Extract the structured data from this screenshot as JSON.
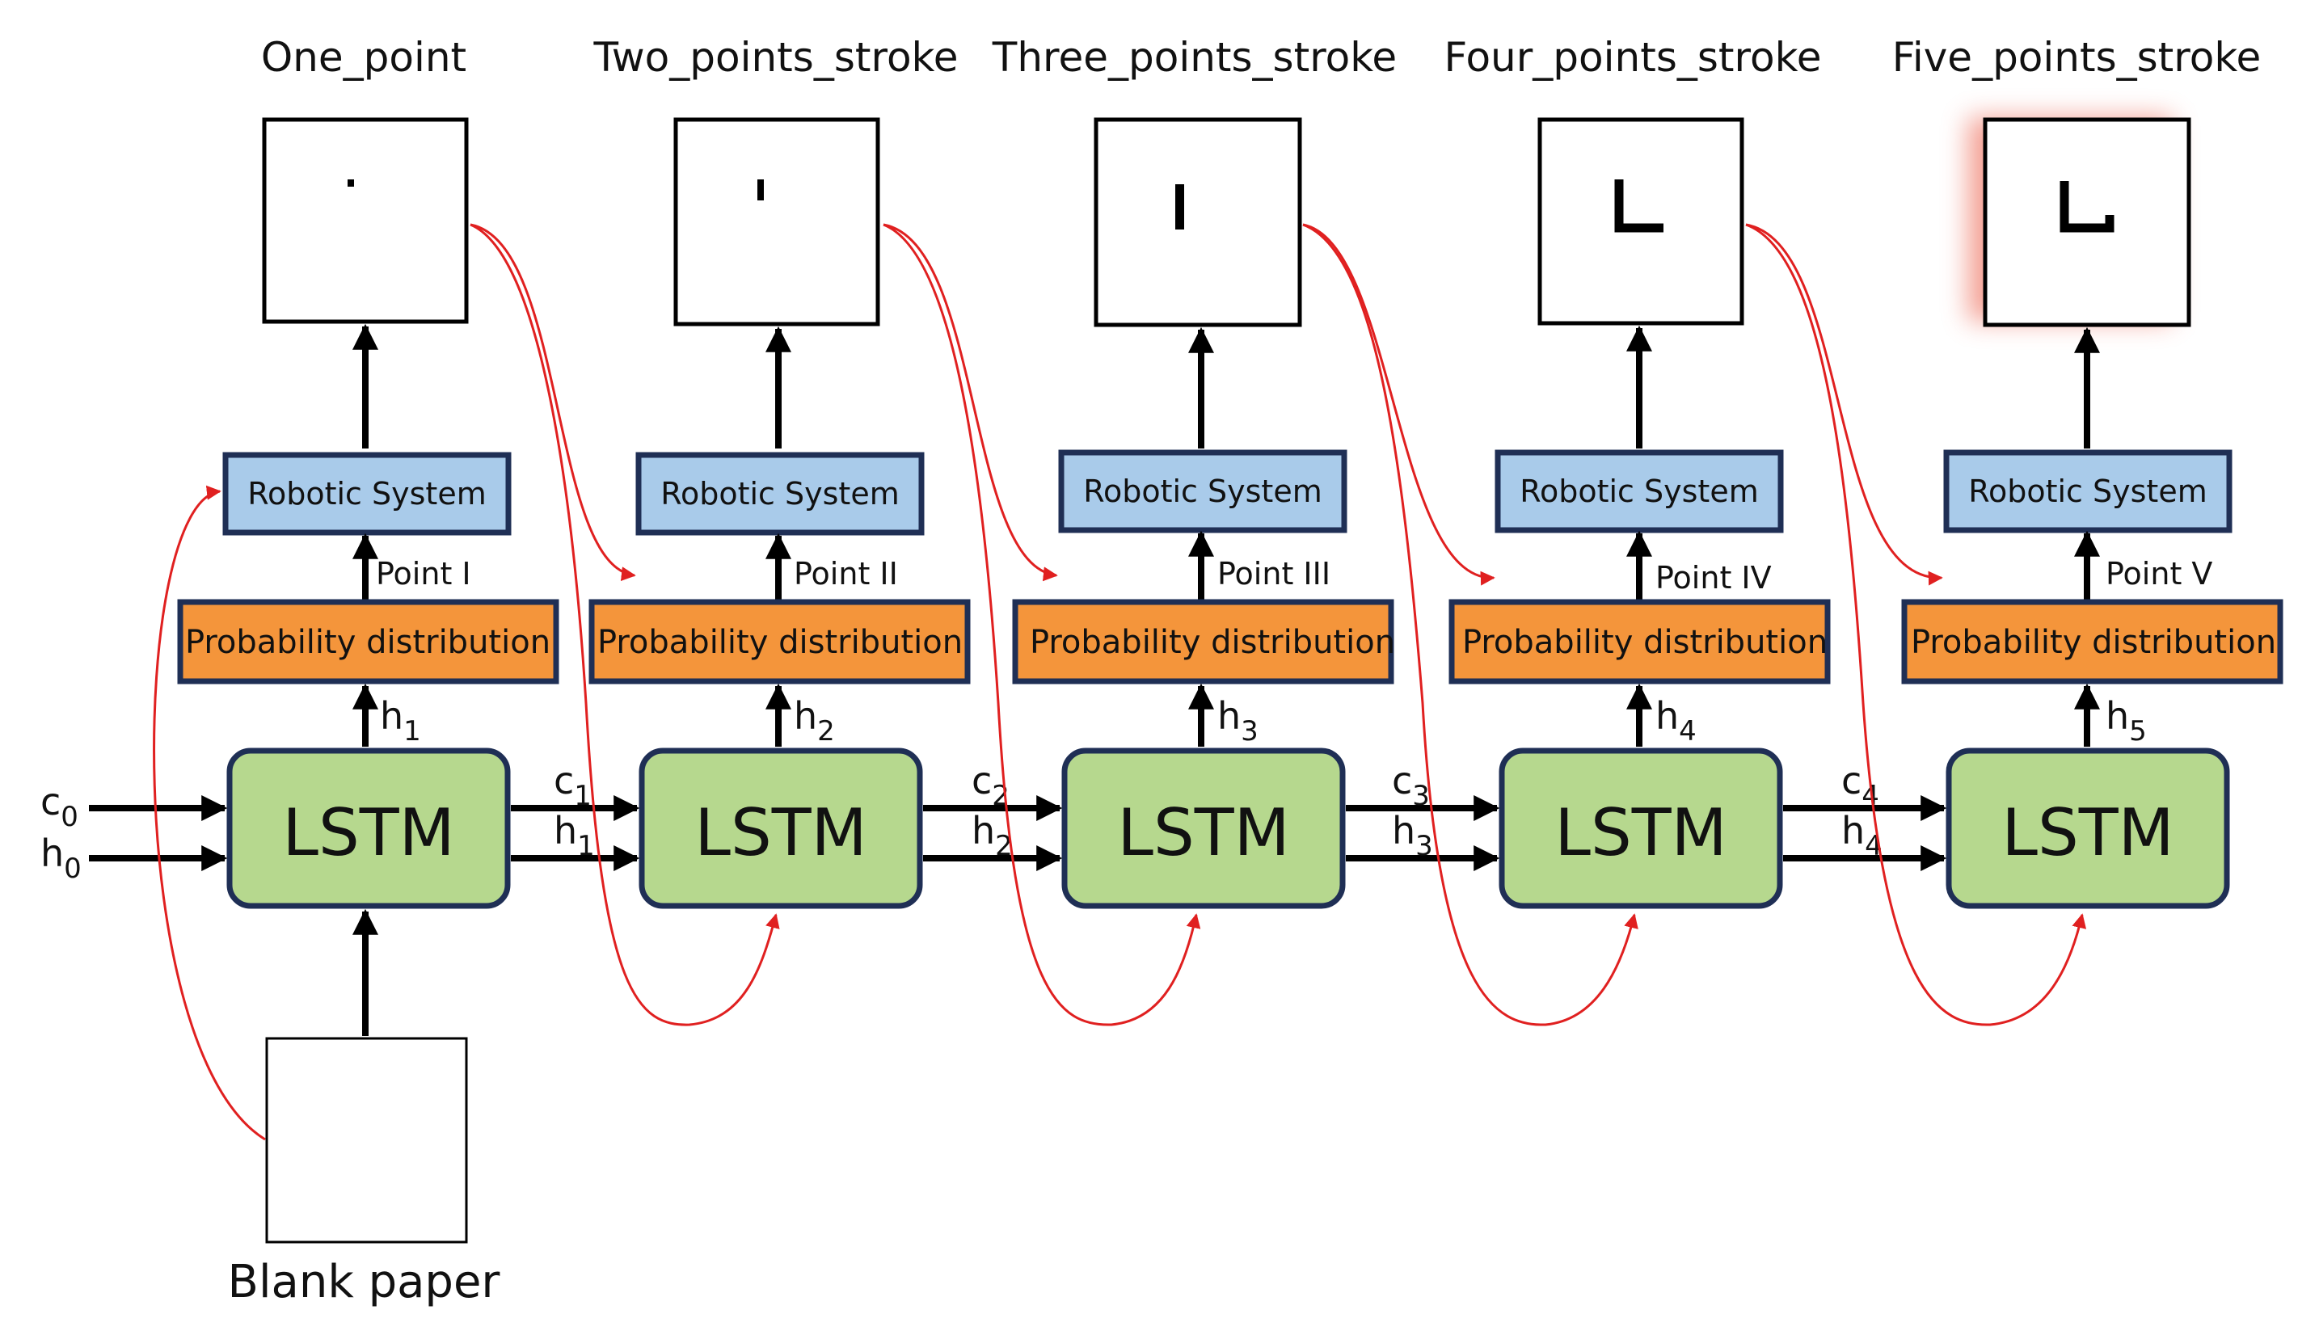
{
  "stages": [
    {
      "title": "One_point",
      "robotic_label": "Robotic System",
      "prob_label": "Probability distribution",
      "point_label": "Point I",
      "lstm_label": "LSTM",
      "h_name": "h",
      "h_sub": "1"
    },
    {
      "title": "Two_points_stroke",
      "robotic_label": "Robotic System",
      "prob_label": "Probability distribution",
      "point_label": "Point II",
      "lstm_label": "LSTM",
      "h_name": "h",
      "h_sub": "2"
    },
    {
      "title": "Three_points_stroke",
      "robotic_label": "Robotic System",
      "prob_label": "Probability distribution",
      "point_label": "Point III",
      "lstm_label": "LSTM",
      "h_name": "h",
      "h_sub": "3"
    },
    {
      "title": "Four_points_stroke",
      "robotic_label": "Robotic System",
      "prob_label": "Probability distribution",
      "point_label": "Point IV",
      "lstm_label": "LSTM",
      "h_name": "h",
      "h_sub": "4"
    },
    {
      "title": "Five_points_stroke",
      "robotic_label": "Robotic System",
      "prob_label": "Probability distribution",
      "point_label": "Point V",
      "lstm_label": "LSTM",
      "h_name": "h",
      "h_sub": "5"
    }
  ],
  "transitions": [
    {
      "c_name": "c",
      "c_sub": "1",
      "h_name": "h",
      "h_sub": "1"
    },
    {
      "c_name": "c",
      "c_sub": "2",
      "h_name": "h",
      "h_sub": "2"
    },
    {
      "c_name": "c",
      "c_sub": "3",
      "h_name": "h",
      "h_sub": "3"
    },
    {
      "c_name": "c",
      "c_sub": "4",
      "h_name": "h",
      "h_sub": "4"
    }
  ],
  "initial_state": {
    "c_name": "c",
    "c_sub": "0",
    "h_name": "h",
    "h_sub": "0"
  },
  "blank_paper_label": "Blank paper",
  "colors": {
    "robotic_fill": "#a9cbea",
    "prob_fill": "#f4953b",
    "lstm_fill": "#b6d88e",
    "box_border": "#1f2f55",
    "feedback_arrow": "#e02020",
    "highlight_glow": "#f08070"
  }
}
